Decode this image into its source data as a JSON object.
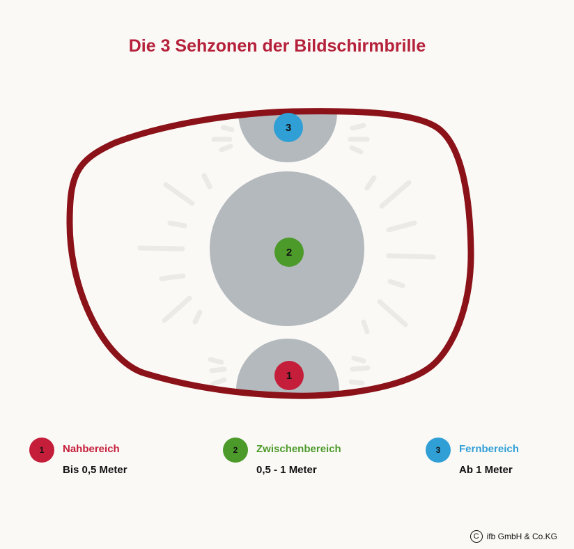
{
  "title": "Die 3 Sehzonen der Bildschirmbrille",
  "colors": {
    "title": "#b5213a",
    "frame": "#8a1218",
    "zone_fill": "#b3b9bd",
    "ray": "#ebeae6",
    "zone1": "#c41e3a",
    "zone2": "#4c9a2a",
    "zone3": "#2f9fd6"
  },
  "zones": [
    {
      "id": "1",
      "name": "Nahbereich",
      "range": "Bis 0,5 Meter",
      "color": "#c41e3a",
      "icon": "circle-number-1"
    },
    {
      "id": "2",
      "name": "Zwischenbereich",
      "range": "0,5 - 1 Meter",
      "color": "#4c9a2a",
      "icon": "circle-number-2"
    },
    {
      "id": "3",
      "name": "Fernbereich",
      "range": "Ab 1 Meter",
      "color": "#2f9fd6",
      "icon": "circle-number-3"
    }
  ],
  "copyright": {
    "symbol": "C",
    "text": "ifb GmbH & Co.KG"
  }
}
